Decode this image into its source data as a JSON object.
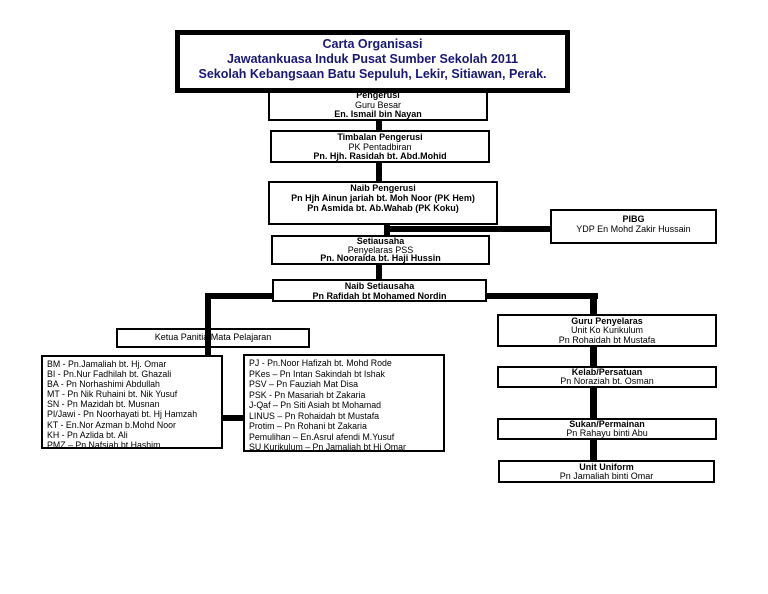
{
  "colors": {
    "title_text": "#191970",
    "line_color": "#000000",
    "box_background": "#ffffff"
  },
  "title": {
    "line1": "Carta Organisasi",
    "line2": "Jawatankuasa Induk Pusat Sumber Sekolah 2011",
    "line3": "Sekolah Kebangsaan Batu Sepuluh, Lekir, Sitiawan, Perak."
  },
  "nodes": {
    "pengerusi": {
      "role": "Pengerusi",
      "unit": "Guru Besar",
      "person": "En. Ismail bin Nayan"
    },
    "timbalan": {
      "role": "Timbalan Pengerusi",
      "unit": "PK Pentadbiran",
      "person": "Pn. Hjh. Rasidah bt. Abd.Mohid"
    },
    "naib_pengerusi": {
      "role": "Naib Pengerusi",
      "person1": "Pn Hjh Ainun jariah bt. Moh Noor  (PK Hem)",
      "person2": "Pn Asmida bt. Ab.Wahab (PK Koku)"
    },
    "pibg": {
      "role": "PIBG",
      "person": "YDP En Mohd Zakir Hussain"
    },
    "setiausaha": {
      "role": "Setiausaha",
      "unit": "Penyelaras PSS",
      "person": "Pn. Nooraida bt. Haji Hussin"
    },
    "naib_setiausaha": {
      "role": "Naib Setiausaha",
      "person": "Pn Rafidah bt Mohamed Nordin"
    },
    "ketua_panitia": {
      "role": "Ketua Panitia Mata Pelajaran"
    },
    "guru_penyelaras": {
      "role": "Guru Penyelaras",
      "unit": "Unit Ko Kurikulum",
      "person": "Pn Rohaidah bt Mustafa"
    },
    "kelab": {
      "role": "Kelab/Persatuan",
      "person": "Pn Noraziah bt. Osman"
    },
    "sukan": {
      "role": "Sukan/Permainan",
      "person": "Pn Rahayu binti Abu"
    },
    "uniform": {
      "role": "Unit Uniform",
      "person": "Pn Jamaliah binti Omar"
    }
  },
  "panitia_list": [
    "BM  -  Pn.Jamaliah bt. Hj. Omar",
    "BI   -   Pn.Nur Fadhilah bt. Ghazali",
    "BA  -   Pn Norhashimi Abdullah",
    "MT -   Pn Nik Ruhaini bt. Nik Yusuf",
    "SN  -  Pn Mazidah bt. Musnan",
    "PI/Jawi - Pn Noorhayati bt. Hj Hamzah",
    "KT  -  En.Nor Azman b.Mohd Noor",
    "KH  -  Pn Azlida bt. Ali",
    "PMZ – Pn Nafsiah bt Hashim"
  ],
  "unit_list": [
    "PJ  -  Pn.Noor Hafizah bt. Mohd Rode",
    "PKes – Pn Intan Sakindah bt Ishak",
    "PSV  –  Pn Fauziah Mat Disa",
    "PSK  -  Pn Masariah bt Zakaria",
    "J-Qaf – Pn Siti Asiah bt Mohamad",
    "LINUS – Pn Rohaidah bt Mustafa",
    "Protim – Pn Rohani bt Zakaria",
    "Pemulihan – En.Asrul afendi M.Yusuf",
    "SU Kurikulum – Pn Jamaliah bt Hj Omar"
  ]
}
